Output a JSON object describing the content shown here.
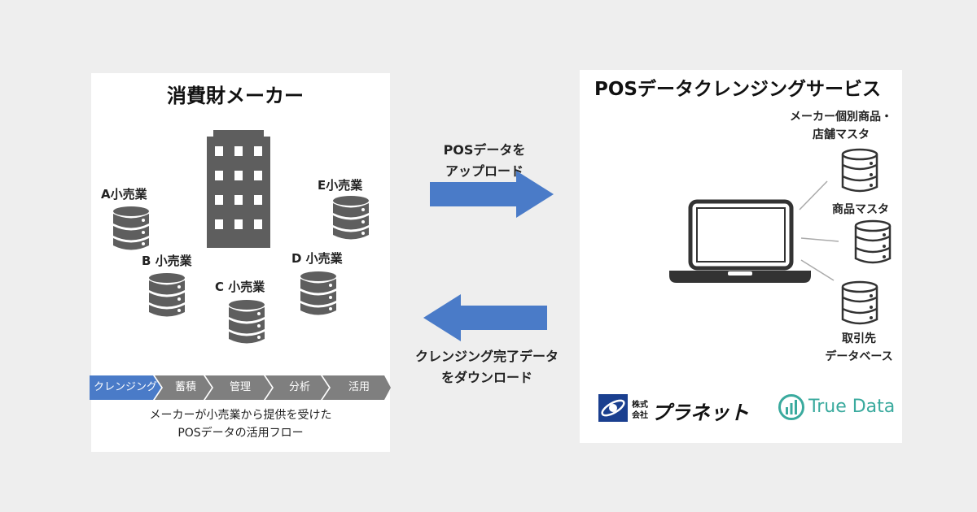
{
  "left": {
    "title": "消費財メーカー",
    "retailers": {
      "a": "A小売業",
      "b": "B 小売業",
      "c": "C 小売業",
      "d": "D 小売業",
      "e": "E小売業"
    },
    "flow_steps": [
      "クレンジング",
      "蓄積",
      "管理",
      "分析",
      "活用"
    ],
    "caption_line1": "メーカーが小売業から提供を受けた",
    "caption_line2": "POSデータの活用フロー"
  },
  "middle": {
    "upload_line1": "POSデータを",
    "upload_line2": "アップロード",
    "download_line1": "クレンジング完了データ",
    "download_line2": "をダウンロード"
  },
  "right": {
    "title": "POSデータクレンジングサービス",
    "db1_line1": "メーカー個別商品・",
    "db1_line2": "店舗マスタ",
    "db2": "商品マスタ",
    "db3_line1": "取引先",
    "db3_line2": "データベース",
    "logo1_small_top": "株式",
    "logo1_small_bottom": "会社",
    "logo1_name": "プラネット",
    "logo2_name": "True Data"
  },
  "colors": {
    "arrow": "#4a7bc8",
    "flow_active": "#4a7bc8",
    "flow_inactive": "#7f7f7f",
    "icon_gray": "#5e5e5e",
    "truedata": "#3aaa9e",
    "planet": "#1a3f8f"
  }
}
